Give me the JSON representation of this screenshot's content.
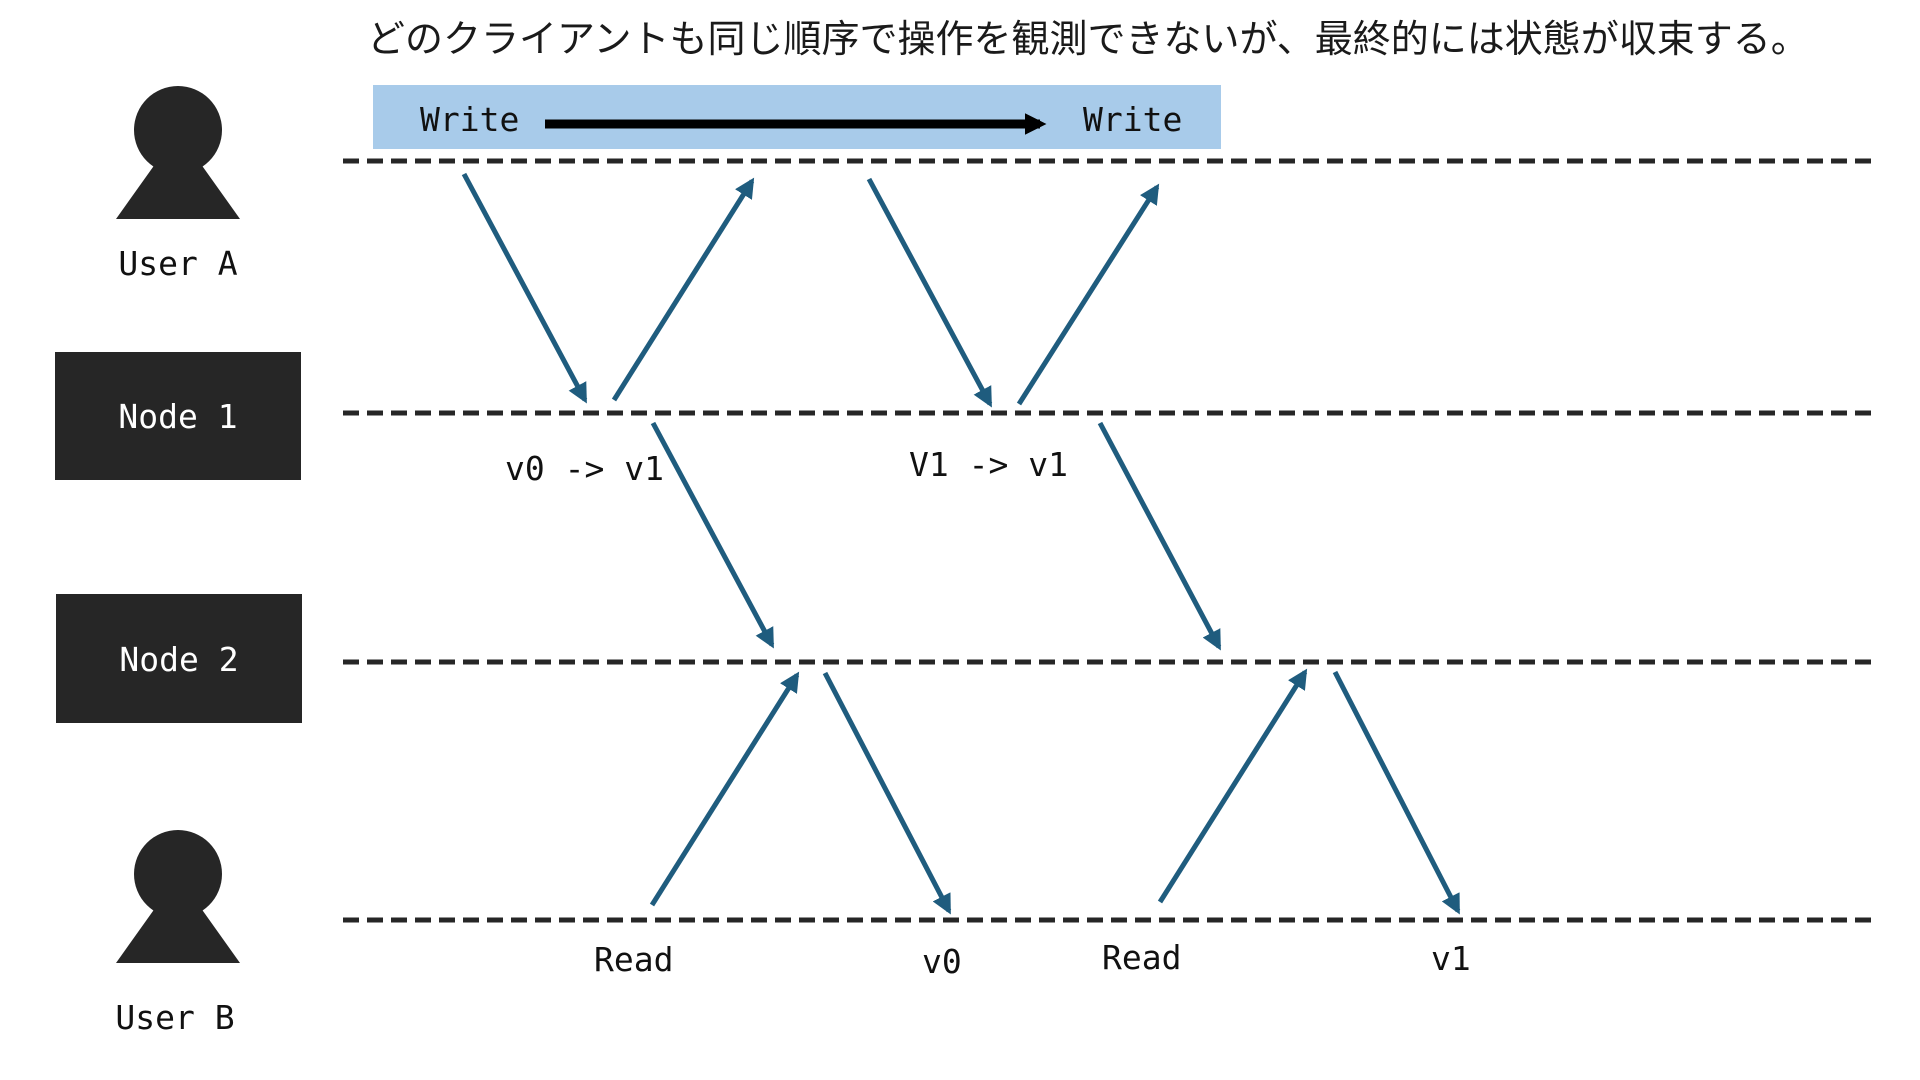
{
  "title": "どのクライアントも同じ順序で操作を観測できないが、最終的には状態が収束する。",
  "actors": {
    "user_a": {
      "label": "User A",
      "icon": "person-icon"
    },
    "node_1": {
      "label": "Node 1"
    },
    "node_2": {
      "label": "Node 2"
    },
    "user_b": {
      "label": "User B",
      "icon": "person-icon"
    }
  },
  "write_banner": {
    "left_label": "Write",
    "right_label": "Write"
  },
  "node1_labels": {
    "first": "v0 -> v1",
    "second": "V1 -> v1"
  },
  "user_b_labels": {
    "read_1": "Read",
    "result_1": "v0",
    "read_2": "Read",
    "result_2": "v1"
  },
  "colors": {
    "banner_fill": "#a8cbea",
    "node_box": "#262626",
    "message_arrow": "#1f5c7e",
    "timeline": "#262626"
  }
}
